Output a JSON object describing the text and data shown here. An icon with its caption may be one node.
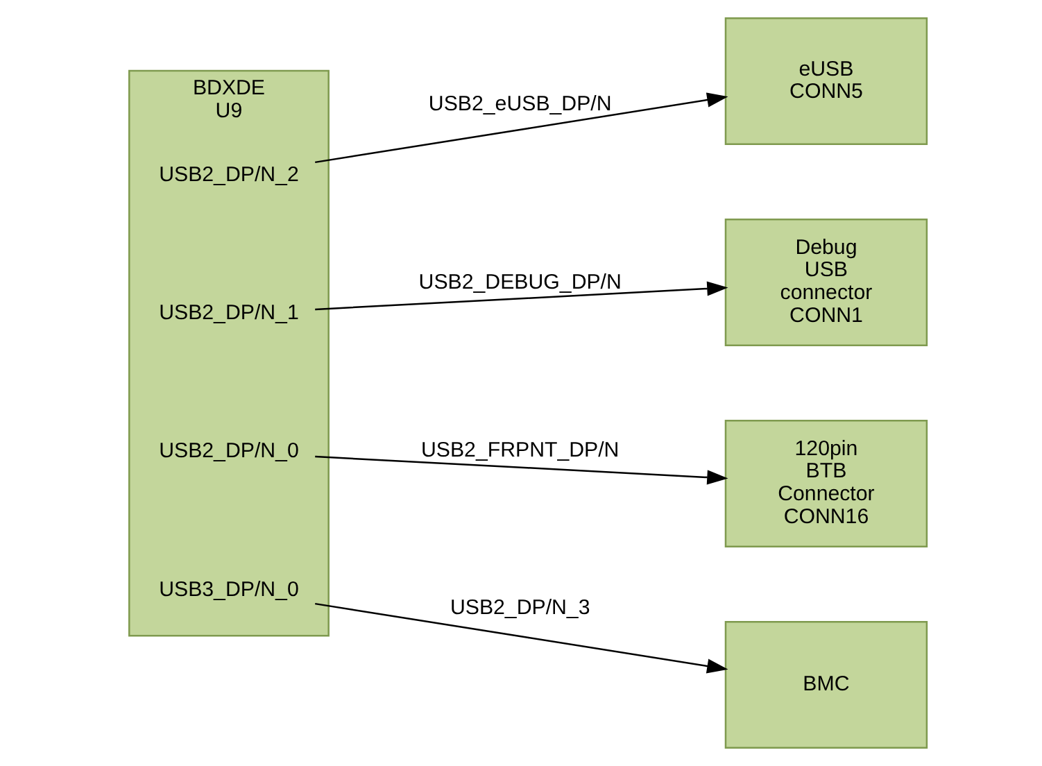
{
  "diagram": {
    "nodes": [
      {
        "text": [
          "BDXDE U9"
        ]
      },
      {
        "text": [
          "USB2_DP/N_2"
        ],
        "in": 0
      },
      {
        "text": [
          "USB2_DP/N_1"
        ],
        "in": 0
      },
      {
        "text": [
          "USB2_DP/N_0"
        ],
        "in": 0
      },
      {
        "text": [
          "USB3_DP/N_0"
        ],
        "in": 0
      },
      {
        "text": [
          "eUSB CONN5"
        ]
      },
      {
        "text": [
          "Debug USB connector CONN1"
        ]
      },
      {
        "text": [
          "120pin BTB Connector CONN16"
        ]
      },
      {
        "text": [
          "BMC"
        ]
      }
    ],
    "edges": [
      {
        "from": 1,
        "to": 5,
        "arrow": "to",
        "label": "USB2_eUSB_DP/N"
      },
      {
        "from": 2,
        "to": 6,
        "arrow": "to",
        "label": "USB2_DEBUG_DP/N"
      },
      {
        "from": 3,
        "to": 7,
        "arrow": "to",
        "label": "USB2_FRPNT_DP/N"
      },
      {
        "from": 4,
        "to": 8,
        "arrow": "to",
        "label": "USB2_DP/N_3"
      }
    ]
  }
}
